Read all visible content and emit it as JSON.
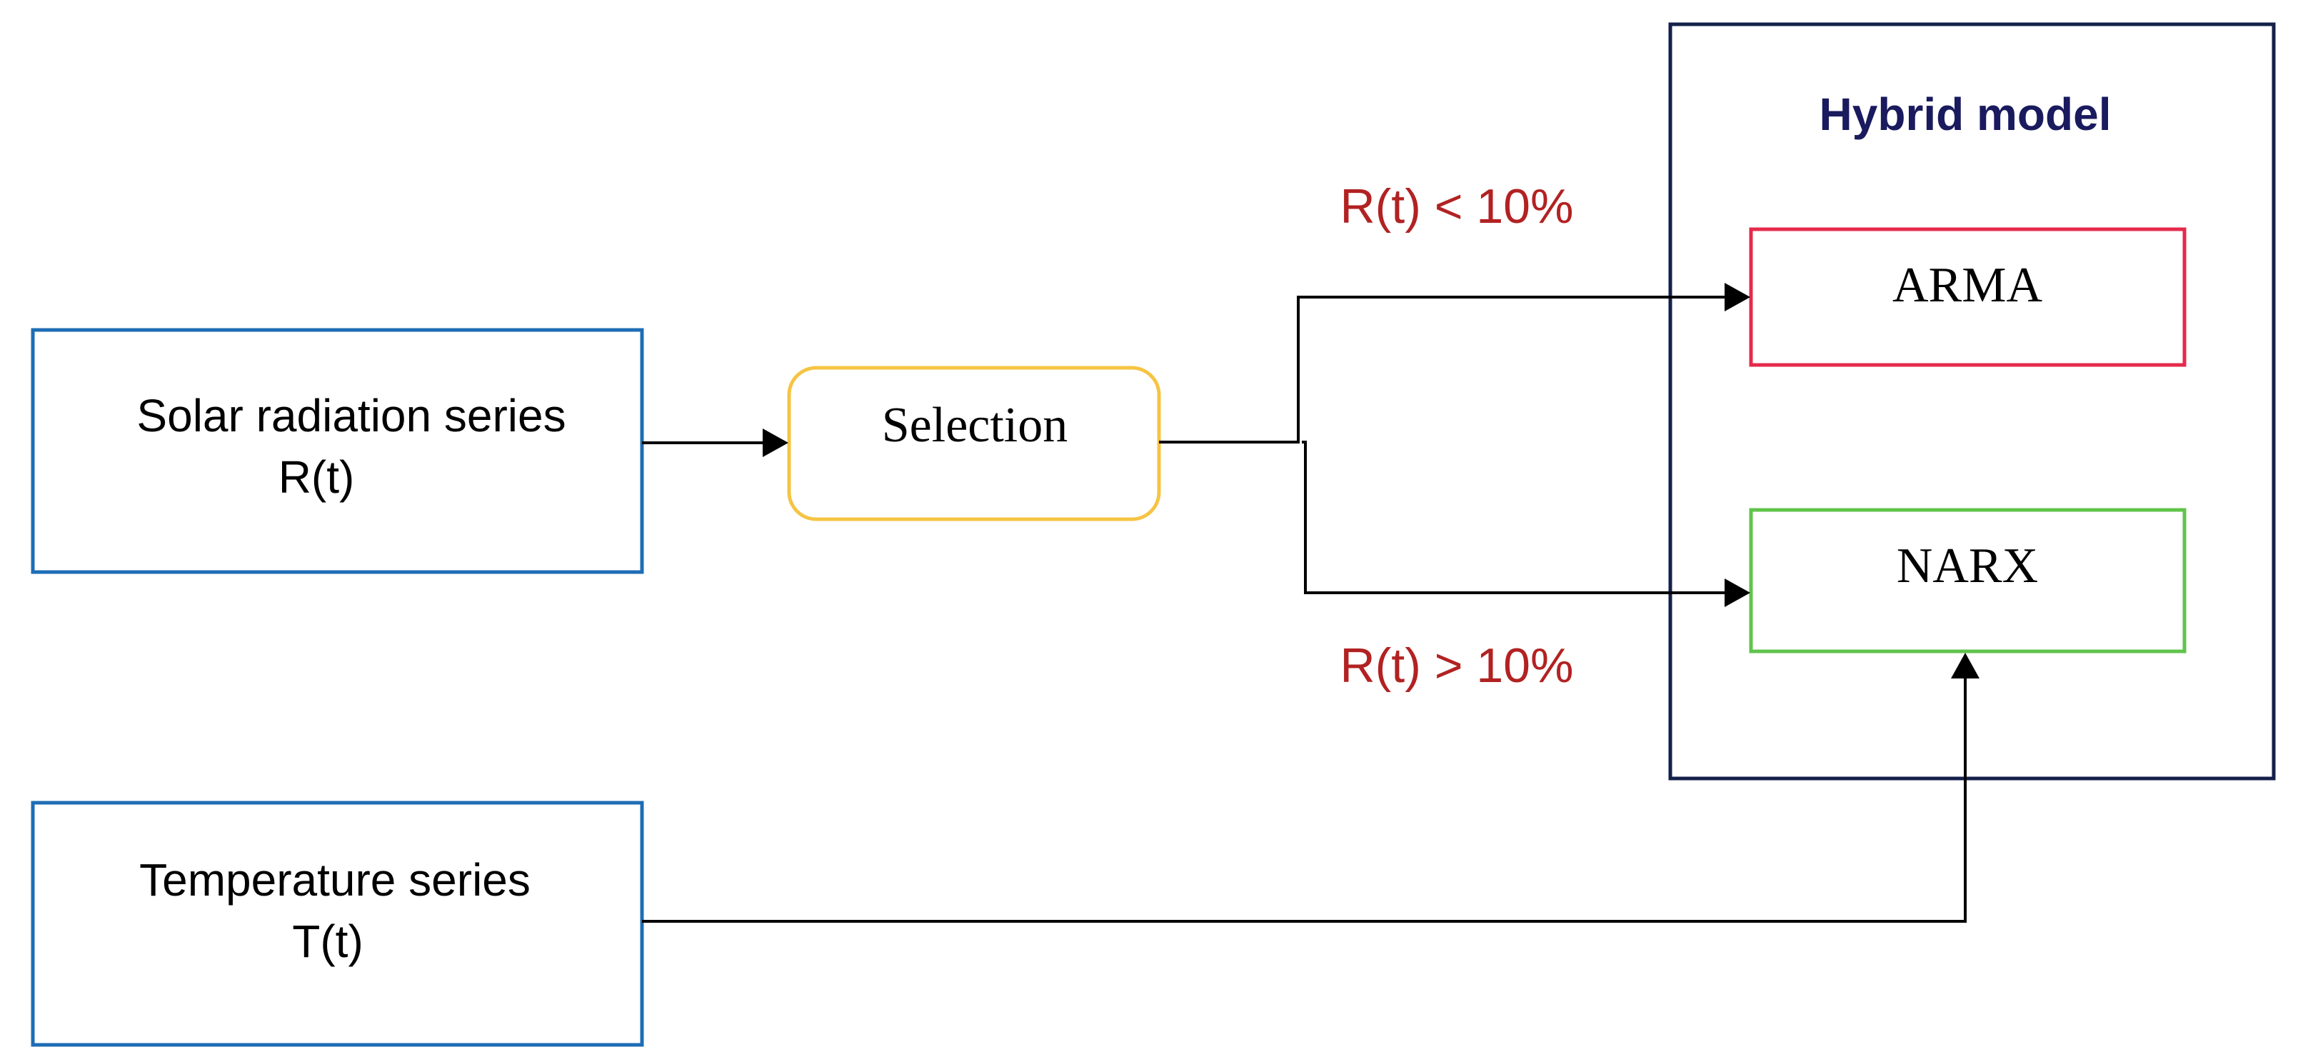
{
  "colors": {
    "input_box_border": "#1e6db5",
    "selection_border": "#f5c442",
    "arma_border": "#e52a4b",
    "narx_border": "#5fc44b",
    "hybrid_border": "#14204a",
    "hybrid_title": "#1a1a5e",
    "condition_text": "#b22222",
    "connector": "#000000",
    "text": "#000000"
  },
  "solar_box": {
    "line1": "Solar radiation series",
    "line2": "R(t)"
  },
  "temperature_box": {
    "line1": "Temperature series",
    "line2": "T(t)"
  },
  "selection_box": {
    "label": "Selection"
  },
  "hybrid_model": {
    "title": "Hybrid model",
    "arma_label": "ARMA",
    "narx_label": "NARX"
  },
  "conditions": {
    "upper": "R(t) < 10%",
    "lower": "R(t) > 10%"
  }
}
